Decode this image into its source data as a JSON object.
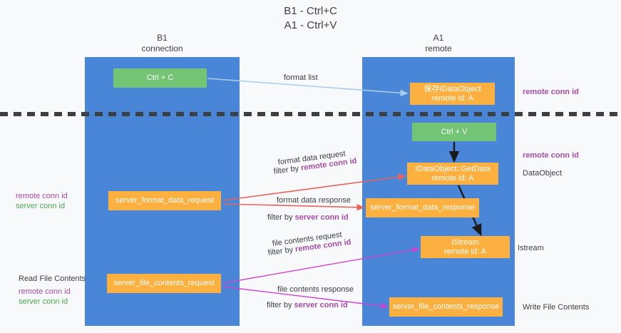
{
  "title": "B1 - Ctrl+C\nA1 - Ctrl+V",
  "columns": {
    "left": {
      "header": "B1\nconnection"
    },
    "right": {
      "header": "A1\nremote"
    }
  },
  "nodes": {
    "ctrl_c": "Ctrl + C",
    "save_idataobject": "保存IDataObject\nremote id: A",
    "ctrl_v": "Ctrl + V",
    "getdata": "IDataObject::GetData\nremote id: A",
    "server_format_data_request": "server_format_data_request",
    "server_format_data_response": "server_format_data_response",
    "istream": "IStream\nremote id: A",
    "server_file_contents_request": "server_file_contents_request",
    "server_file_contents_response": "server_file_contents_response"
  },
  "edges": {
    "format_list": "format list",
    "format_data_request": "format data request",
    "format_data_request_filter_prefix": "filter by ",
    "format_data_request_filter_value": "remote conn id",
    "format_data_response": "format data response",
    "format_data_response_filter_prefix": "filter by ",
    "format_data_response_filter_value": "server conn id",
    "file_contents_request": "file contents request",
    "file_contents_request_filter_prefix": "filter by ",
    "file_contents_request_filter_value": "remote conn id",
    "file_contents_response": "file contents response",
    "file_contents_response_filter_prefix": "filter by ",
    "file_contents_response_filter_value": "server conn id"
  },
  "annotations": {
    "right_remote_conn_id_top": "remote conn id",
    "right_remote_conn_id_mid": "remote conn id",
    "right_dataobject": "DataObject",
    "right_istream": "Istream",
    "right_write_file_contents": "Write File Contents",
    "left_remote_conn_id": "remote conn id",
    "left_server_conn_id": "server conn id",
    "left_read_file_contents": "Read File Contents",
    "left_remote_conn_id_2": "remote conn id",
    "left_server_conn_id_2": "server conn id"
  },
  "colors": {
    "panel_blue": "#4a86d8",
    "node_green": "#74c476",
    "node_orange": "#fbb040",
    "accent_purple": "#a64ca6",
    "accent_green": "#4fa84f",
    "arrow_light_blue": "#a8cdeb",
    "arrow_red": "#e8645a",
    "arrow_magenta": "#cc44cc",
    "arrow_black": "#1a1a1a",
    "background": "#f8f9fa"
  }
}
